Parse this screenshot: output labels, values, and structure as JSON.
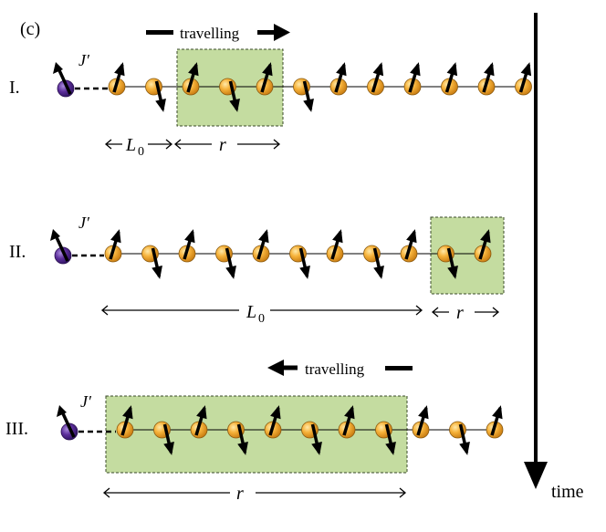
{
  "panel_label": "(c)",
  "time_label": "time",
  "coupling_label": "J′",
  "rows": [
    {
      "roman": "I.",
      "travel_text": "travelling",
      "travel_direction": "right",
      "spins": [
        "up",
        "down",
        "up",
        "down",
        "up",
        "down",
        "up",
        "up",
        "up",
        "up",
        "up",
        "up"
      ],
      "dims": [
        {
          "label": "L",
          "sub": "0"
        },
        {
          "label": "r",
          "sub": ""
        }
      ]
    },
    {
      "roman": "II.",
      "travel_text": "",
      "travel_direction": "",
      "spins": [
        "up",
        "down",
        "up",
        "down",
        "up",
        "down",
        "up",
        "down",
        "up",
        "down",
        "up"
      ],
      "dims": [
        {
          "label": "L",
          "sub": "0"
        },
        {
          "label": "r",
          "sub": ""
        }
      ]
    },
    {
      "roman": "III.",
      "travel_text": "travelling",
      "travel_direction": "left",
      "spins": [
        "up",
        "down",
        "up",
        "down",
        "up",
        "down",
        "up",
        "down",
        "up",
        "down",
        "up"
      ],
      "dims": [
        {
          "label": "r",
          "sub": ""
        }
      ]
    }
  ],
  "colors": {
    "highlight_fill": "#c4dca0",
    "highlight_border": "#3a4a2a",
    "spin_orange": "#f0a020",
    "impurity_purple": "#5b2d9a",
    "arrow": "#000000"
  }
}
